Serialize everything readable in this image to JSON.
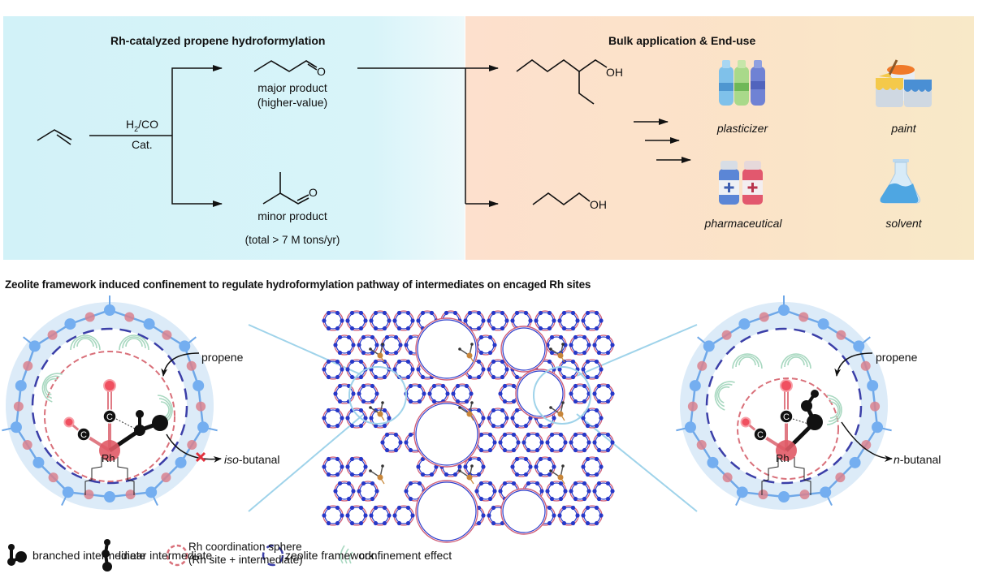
{
  "top_left_panel": {
    "title": "Rh-catalyzed propene hydroformylation",
    "reactant": "propene",
    "reagent_above": "H2/CO",
    "reagent_above_parts": {
      "main1": "H",
      "sub": "2",
      "main2": "/CO"
    },
    "reagent_below": "Cat.",
    "major_product_label": "major product",
    "major_product_note": "(higher-value)",
    "major_product_atom": "O",
    "minor_product_label": "minor product",
    "minor_product_atom": "O",
    "total_note": "(total > 7 M tons/yr)"
  },
  "top_right_panel": {
    "title": "Bulk application & End-use",
    "product_upper_atom": "OH",
    "product_lower_atom": "OH",
    "end_uses": [
      {
        "label": "plasticizer",
        "icon": "bottles-icon"
      },
      {
        "label": "paint",
        "icon": "paint-cans-icon"
      },
      {
        "label": "pharmaceutical",
        "icon": "medicine-bottles-icon"
      },
      {
        "label": "solvent",
        "icon": "flask-icon"
      }
    ]
  },
  "section2": {
    "title": "Zeolite framework induced confinement to regulate hydroformylation pathway of intermediates on encaged Rh sites",
    "left_cage": {
      "in_label": "propene",
      "out_label_prefix": "iso",
      "out_label_suffix": "-butanal",
      "blocked": true,
      "atoms": {
        "metal": "Rh",
        "carbon1": "C",
        "carbon2": "C"
      }
    },
    "right_cage": {
      "in_label": "propene",
      "out_label_prefix": "n",
      "out_label_suffix": "-butanal",
      "blocked": false,
      "atoms": {
        "metal": "Rh",
        "carbon1": "C",
        "carbon2": "C"
      }
    }
  },
  "legend": [
    {
      "label": "branched intermediate",
      "icon": "branched-intermediate-icon"
    },
    {
      "label": "linear intermediate",
      "icon": "linear-intermediate-icon"
    },
    {
      "label_line1": "Rh coordination sphere",
      "label_line2": "(Rh site + intermediate)",
      "icon": "red-dashed-circle-icon"
    },
    {
      "label": "zeolite framework",
      "icon": "blue-dashed-circle-icon"
    },
    {
      "label": "confinement effect",
      "icon": "confinement-waves-icon"
    }
  ],
  "colors": {
    "left_panel_bg": "#d4f2f8",
    "right_panel_bg": "#fce2cb",
    "framework_blue": "#6fa8e8",
    "framework_node_red": "#d9818e",
    "zeolite_dash": "#3b3fa8",
    "rh_sphere_dash": "#d9707a",
    "rh_red": "#e05a66",
    "confinement_green": "#a8d8c0",
    "cage_bg": "#dcebf8"
  }
}
